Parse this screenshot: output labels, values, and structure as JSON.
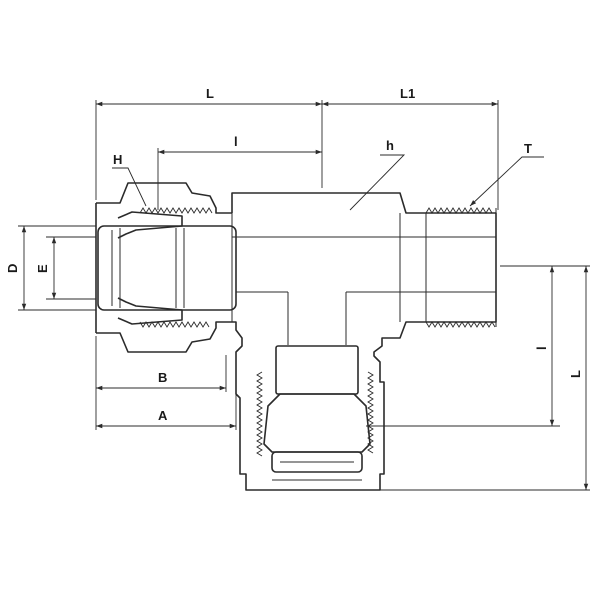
{
  "labels": {
    "L": "L",
    "L1": "L1",
    "l_top": "l",
    "H": "H",
    "h": "h",
    "T": "T",
    "D": "D",
    "E": "E",
    "B": "B",
    "A": "A",
    "l_right": "l",
    "L_right": "L"
  }
}
